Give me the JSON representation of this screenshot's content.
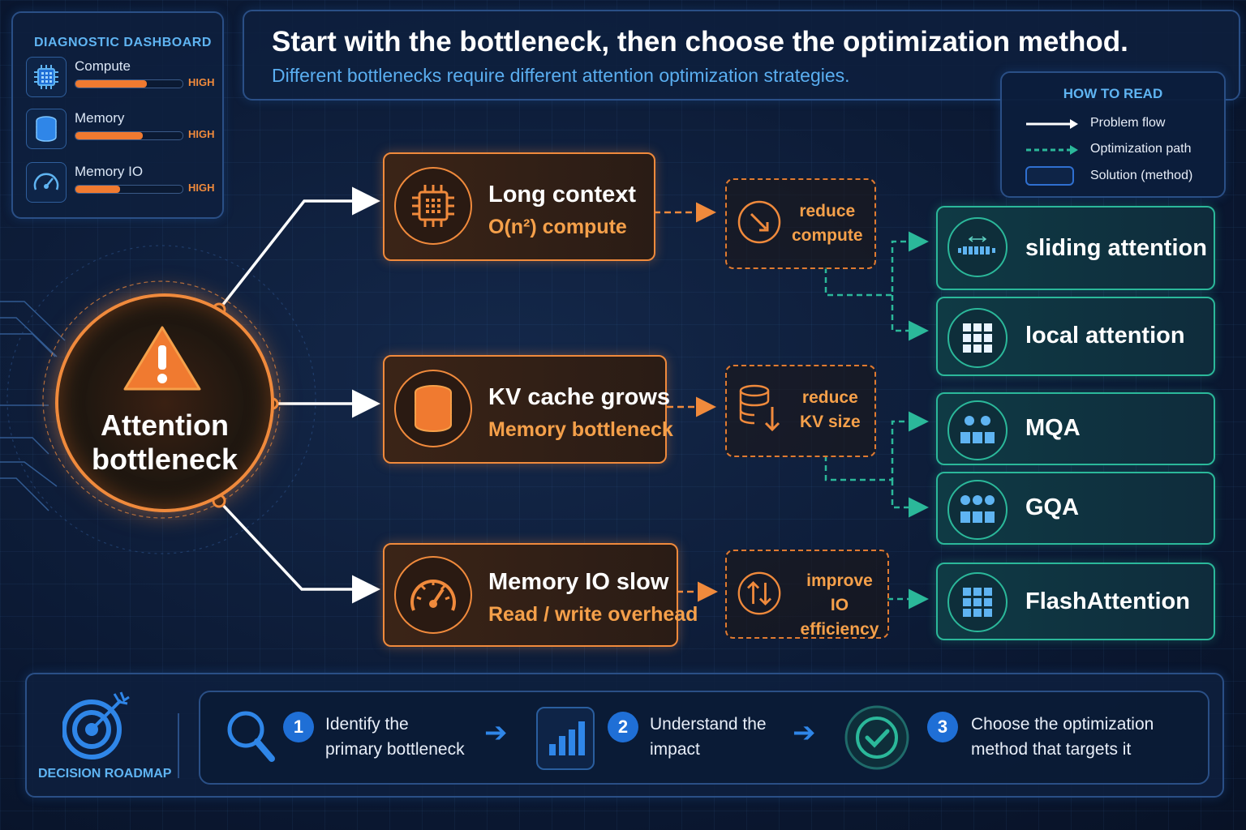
{
  "diagnostic": {
    "title": "DIAGNOSTIC DASHBOARD",
    "rows": [
      {
        "name": "Compute",
        "level": "HIGH",
        "value": 0.67,
        "icon": "cpu-icon"
      },
      {
        "name": "Memory",
        "level": "HIGH",
        "value": 0.63,
        "icon": "database-icon"
      },
      {
        "name": "Memory IO",
        "level": "HIGH",
        "value": 0.42,
        "icon": "gauge-icon"
      }
    ]
  },
  "header": {
    "title": "Start with the bottleneck, then choose the optimization method.",
    "subtitle": "Different bottlenecks require different attention optimization strategies."
  },
  "legend": {
    "title": "HOW TO READ",
    "items": [
      "Problem flow",
      "Optimization path",
      "Solution (method)"
    ]
  },
  "hub": {
    "label_line1": "Attention",
    "label_line2": "bottleneck",
    "icon": "warning-icon"
  },
  "problems": [
    {
      "title": "Long context",
      "subtitle": "O(n²) compute",
      "icon": "cpu-icon"
    },
    {
      "title": "KV cache grows",
      "subtitle": "Memory bottleneck",
      "icon": "database-icon"
    },
    {
      "title": "Memory IO slow",
      "subtitle": "Read / write overhead",
      "icon": "gauge-icon"
    }
  ],
  "reductions": [
    {
      "line1": "reduce",
      "line2": "compute",
      "icon": "reduce-arrow-icon"
    },
    {
      "line1": "reduce",
      "line2": "KV size",
      "icon": "database-down-icon"
    },
    {
      "line1": "improve",
      "line2": "IO efficiency",
      "icon": "swap-arrows-icon"
    }
  ],
  "solutions": [
    {
      "label": "sliding attention",
      "icon": "sliding-window-icon"
    },
    {
      "label": "local attention",
      "icon": "grid-icon"
    },
    {
      "label": "MQA",
      "icon": "mqa-icon"
    },
    {
      "label": "GQA",
      "icon": "gqa-icon"
    },
    {
      "label": "FlashAttention",
      "icon": "grid-icon"
    }
  ],
  "roadmap": {
    "label": "DECISION ROADMAP",
    "steps": [
      {
        "num": "1",
        "line1": "Identify the",
        "line2": "primary bottleneck",
        "icon": "magnifier-icon"
      },
      {
        "num": "2",
        "line1": "Understand the",
        "line2": "impact",
        "icon": "bar-chart-icon"
      },
      {
        "num": "3",
        "line1": "Choose the optimization",
        "line2": "method that targets it",
        "icon": "check-circle-icon"
      }
    ]
  },
  "colors": {
    "problem": "#f08a3c",
    "solution": "#2bb89a",
    "accent": "#5fb4f2",
    "background": "#0b1a33"
  }
}
